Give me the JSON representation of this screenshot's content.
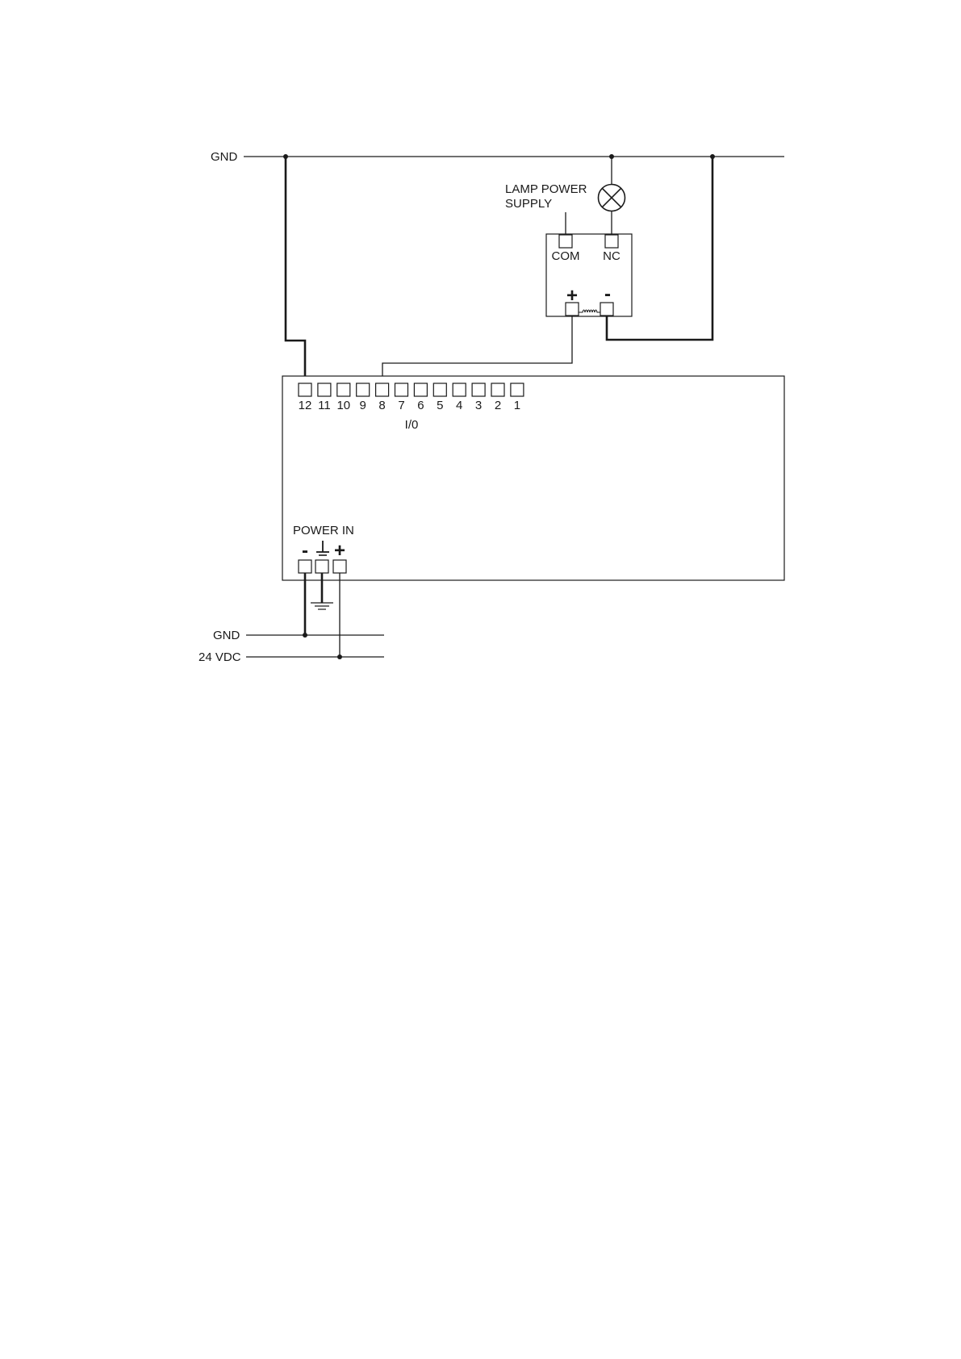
{
  "labels": {
    "gnd_top": "GND",
    "lamp_power_supply_line1": "LAMP POWER",
    "lamp_power_supply_line2": "SUPPLY",
    "relay_com": "COM",
    "relay_nc": "NC",
    "relay_plus": "+",
    "relay_minus": "-",
    "io_label": "I/0",
    "power_in": "POWER IN",
    "power_minus": "-",
    "power_plus": "+",
    "gnd_bottom": "GND",
    "vdc_24": "24 VDC"
  },
  "io_terminals": [
    "12",
    "11",
    "10",
    "9",
    "8",
    "7",
    "6",
    "5",
    "4",
    "3",
    "2",
    "1"
  ],
  "colors": {
    "line": "#1a1a1a",
    "background": "#ffffff"
  }
}
